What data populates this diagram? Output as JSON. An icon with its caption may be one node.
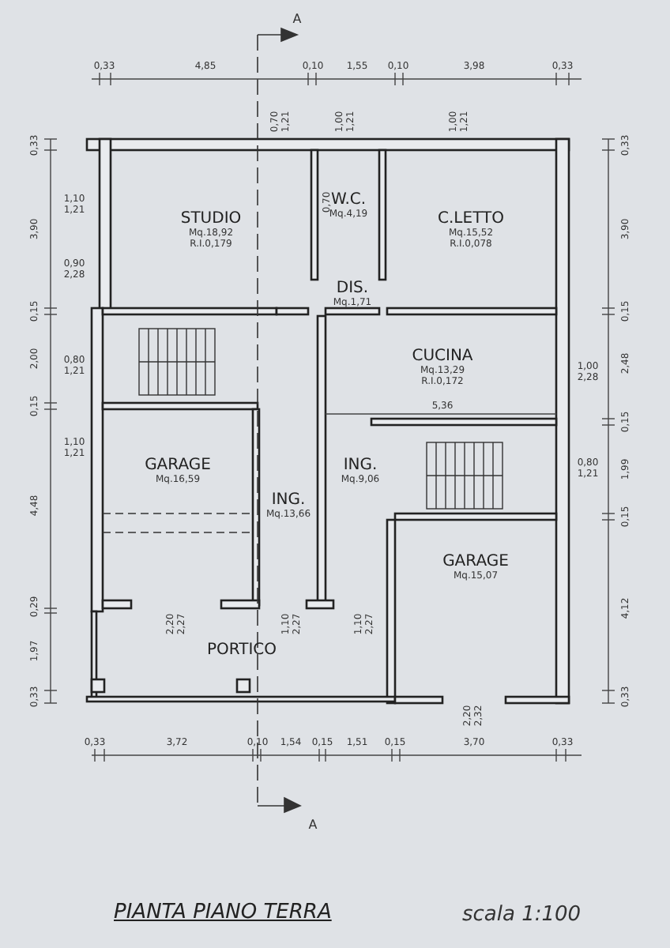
{
  "diagram": {
    "title": "PIANTA PIANO TERRA",
    "nodes": [
      {
        "text": [
          "STUDIO",
          "Mq.18,92",
          "R.I.0,179"
        ]
      },
      {
        "text": [
          "W.C.",
          "Mq.4,19"
        ]
      },
      {
        "text": [
          "C.LETTO",
          "Mq.15,52",
          "R.I.0,078"
        ]
      },
      {
        "text": [
          "DIS.",
          "Mq.1,71"
        ]
      },
      {
        "text": [
          "CUCINA",
          "Mq.13,29",
          "R.I.0,172"
        ]
      },
      {
        "text": [
          "GARAGE",
          "Mq.16,59"
        ]
      },
      {
        "text": [
          "ING.",
          "Mq.13,66"
        ]
      },
      {
        "text": [
          "ING.",
          "Mq.9,06"
        ]
      },
      {
        "text": [
          "GARAGE",
          "Mq.15,07"
        ]
      },
      {
        "text": [
          "PORTICO"
        ]
      }
    ],
    "labels": [
      "A",
      "0,33",
      "4,85",
      "0,10",
      "1,55",
      "0,10",
      "3,98",
      "0,33",
      "0,70",
      "1,21",
      "1,00",
      "1,21",
      "1,00",
      "1,21",
      "0,70",
      "0,33",
      "3,90",
      "0,15",
      "2,00",
      "0,15",
      "4,48",
      "0,29",
      "1,97",
      "0,33",
      "1,10",
      "1,21",
      "0,90",
      "2,28",
      "0,80",
      "1,21",
      "1,10",
      "1,21",
      "0,33",
      "3,90",
      "0,15",
      "2,48",
      "0,15",
      "1,99",
      "0,15",
      "4,12",
      "0,33",
      "1,00",
      "2,28",
      "0,80",
      "1,21",
      "5,36",
      "2,20",
      "2,27",
      "1,10",
      "2,27",
      "1,10",
      "2,27",
      "2,20",
      "2,32",
      "0,33",
      "3,72",
      "0,10",
      "1,54",
      "0,15",
      "1,51",
      "0,15",
      "3,70",
      "0,33",
      "A",
      "scala 1:100"
    ]
  }
}
